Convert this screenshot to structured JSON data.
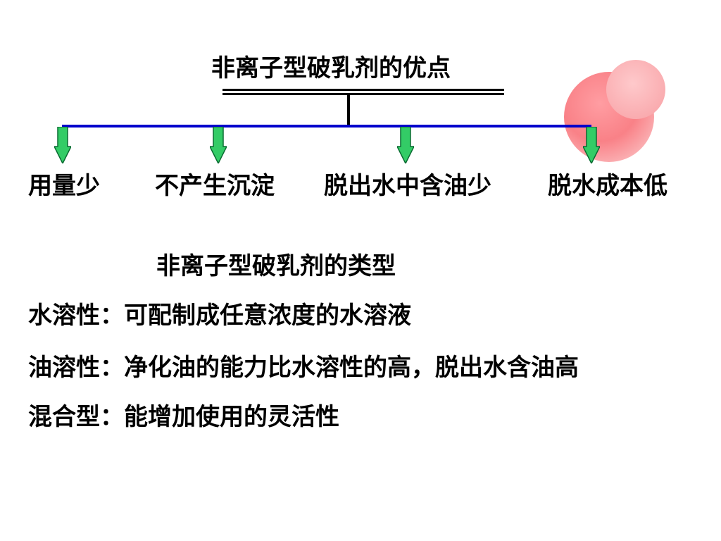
{
  "advantages": {
    "title": "非离子型破乳剂的优点",
    "items": [
      {
        "label": "用量少"
      },
      {
        "label": "不产生沉淀"
      },
      {
        "label": "脱出水中含油少"
      },
      {
        "label": "脱水成本低"
      }
    ]
  },
  "types": {
    "title": "非离子型破乳剂的类型",
    "lines": [
      {
        "text": "水溶性：可配制成任意浓度的水溶液"
      },
      {
        "text": "油溶性：净化油的能力比水溶性的高，脱出水含油高"
      },
      {
        "text": "混合型：能增加使用的灵活性"
      }
    ]
  },
  "colors": {
    "connector": "#0000cc",
    "arrow_fill": "#33cc66",
    "decor_large": "#f87a80",
    "decor_small": "#fdb8bb"
  }
}
